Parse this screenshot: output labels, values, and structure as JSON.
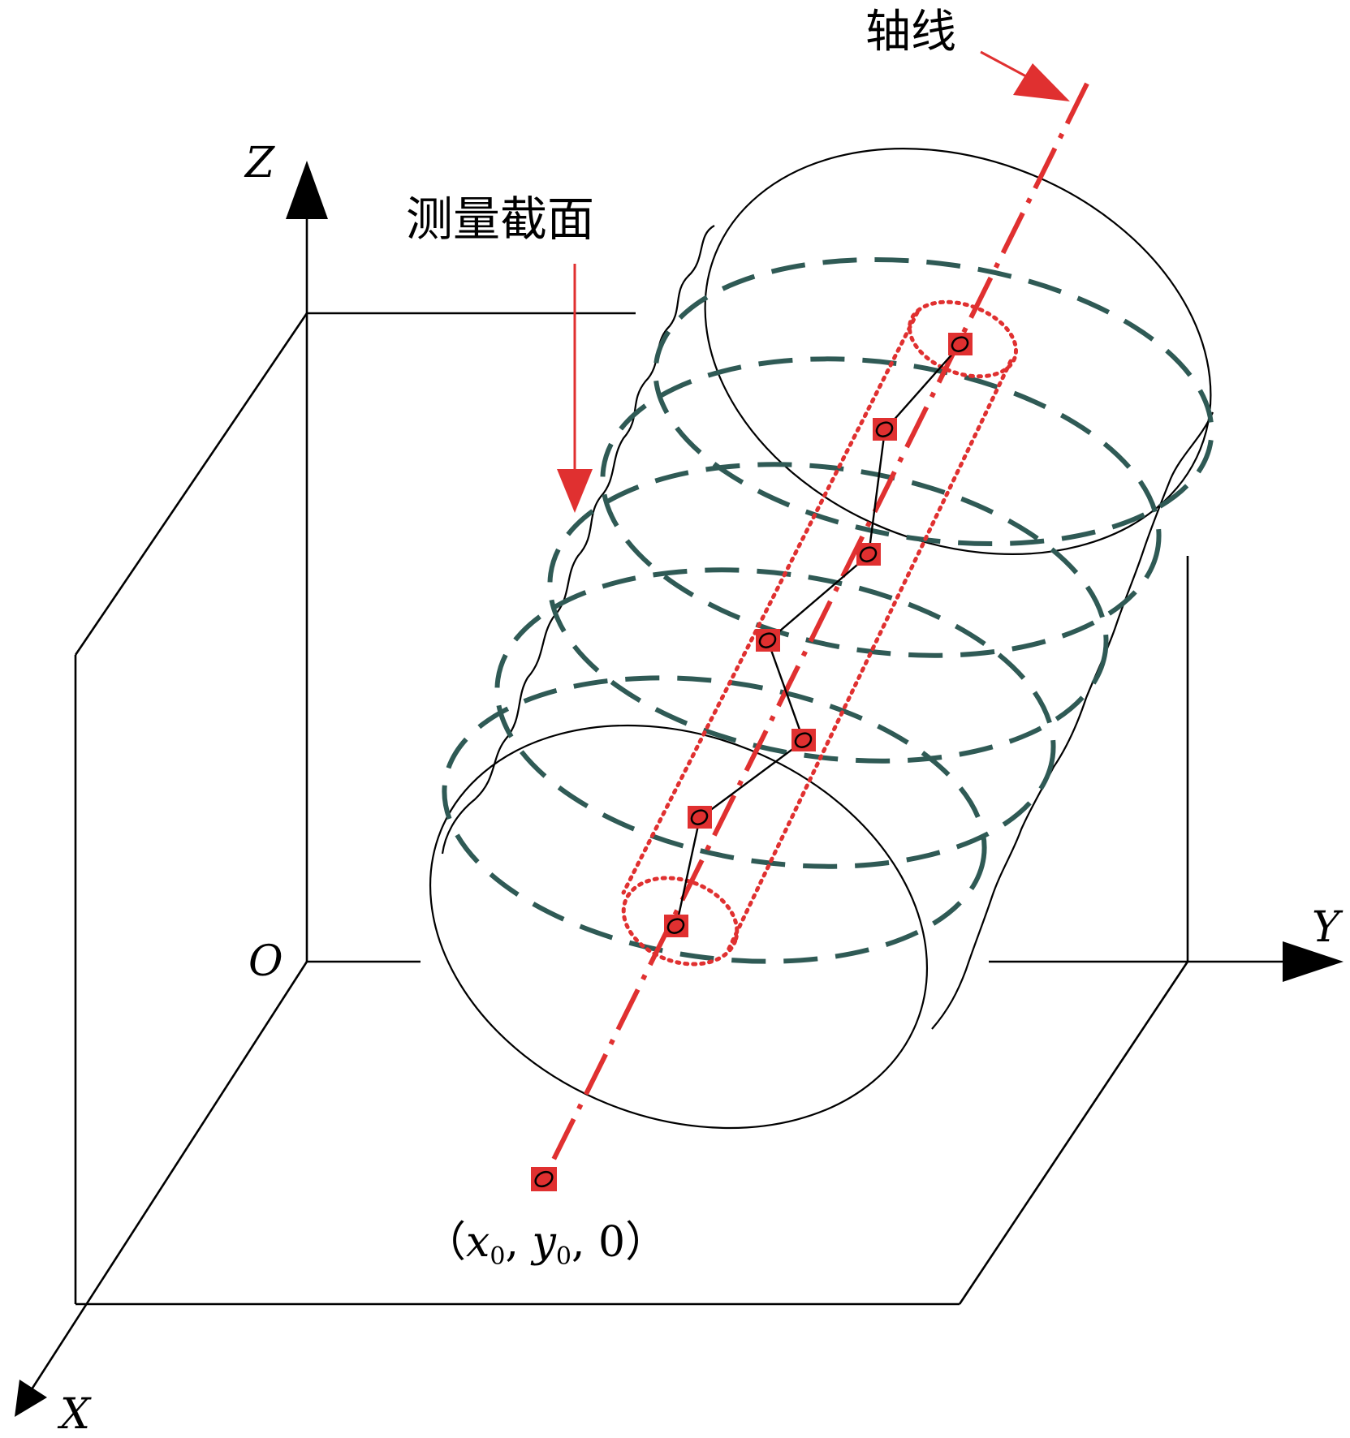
{
  "labels": {
    "axis_x": "X",
    "axis_y": "Y",
    "axis_z": "Z",
    "origin": "O",
    "axis_line": "轴线",
    "measuring_section": "测量截面",
    "base_point": {
      "open": "（",
      "x": "x",
      "x_sub": "0",
      "sep1": ", ",
      "y": "y",
      "y_sub": "0",
      "sep2": ", ",
      "zero": "0",
      "close": "）"
    }
  },
  "colors": {
    "axis": "#000000",
    "cylinder_outline": "#000000",
    "section_rings": "#2f5a55",
    "fitted_axis": "#e03030",
    "tolerance_zone": "#e03030",
    "center_point": "#e03030",
    "center_polyline": "#000000"
  }
}
